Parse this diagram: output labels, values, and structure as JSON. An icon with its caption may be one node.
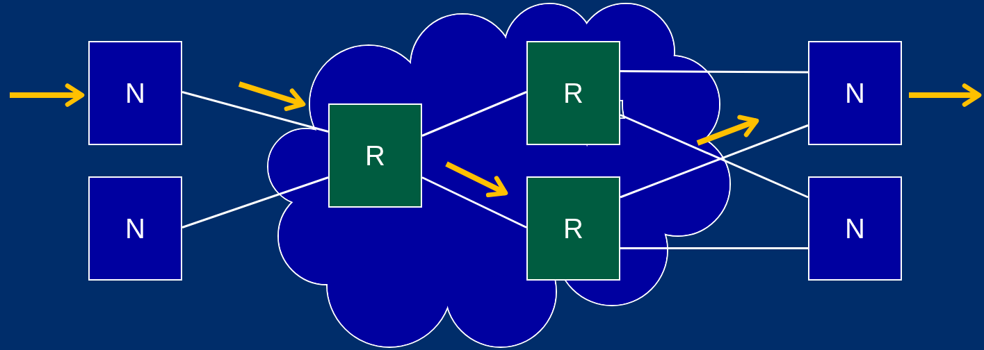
{
  "diagram": {
    "nodes": [
      {
        "text": [
          "N"
        ]
      },
      {
        "text": [
          "N"
        ]
      },
      {
        "text": [],
        "shape": "cloud"
      },
      {
        "text": [
          "R"
        ],
        "in": 2
      },
      {
        "text": [
          "R"
        ],
        "in": 2
      },
      {
        "text": [
          "R"
        ],
        "in": 2
      },
      {
        "text": [
          "N"
        ]
      },
      {
        "text": [
          "N"
        ]
      }
    ],
    "edges": [
      {
        "from": null,
        "to": 0,
        "arrow": "to",
        "style": "thick",
        "color": "#ffc000"
      },
      {
        "from": 0,
        "to": 3,
        "arrow": "none"
      },
      {
        "from": 1,
        "to": 3,
        "arrow": "none"
      },
      {
        "from": 3,
        "to": 4,
        "arrow": "none"
      },
      {
        "from": 3,
        "to": 5,
        "arrow": "none"
      },
      {
        "from": 4,
        "to": 6,
        "arrow": "none"
      },
      {
        "from": 4,
        "to": 7,
        "arrow": "none"
      },
      {
        "from": 5,
        "to": 6,
        "arrow": "none"
      },
      {
        "from": 5,
        "to": 7,
        "arrow": "none"
      },
      {
        "from": 6,
        "to": null,
        "arrow": "to",
        "style": "thick",
        "color": "#ffc000"
      }
    ]
  }
}
